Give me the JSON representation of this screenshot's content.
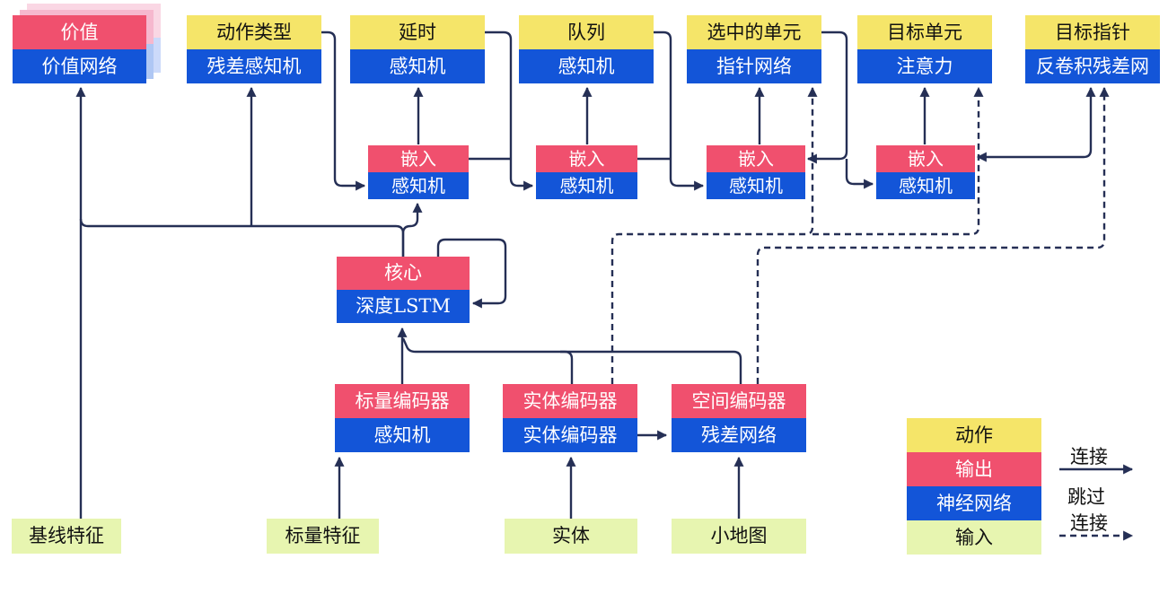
{
  "diagram": {
    "title_hint": "agent-architecture-diagram",
    "colors": {
      "action_yellow": "#F5E569",
      "output_red": "#F0506E",
      "network_blue": "#1355D8",
      "input_green": "#E7F5B0",
      "line_navy": "#252F55",
      "stack_pink": "#F6B8CE",
      "stack_light_blue": "#AFC7F4"
    },
    "top_nodes": [
      {
        "label": "价值",
        "sub": "价值网络"
      },
      {
        "label": "动作类型",
        "sub": "残差感知机"
      },
      {
        "label": "延时",
        "sub": "感知机"
      },
      {
        "label": "队列",
        "sub": "感知机"
      },
      {
        "label": "选中的单元",
        "sub": "指针网络"
      },
      {
        "label": "目标单元",
        "sub": "注意力"
      },
      {
        "label": "目标指针",
        "sub": "反卷积残差网"
      }
    ],
    "embed_nodes": [
      {
        "label": "嵌入",
        "sub": "感知机"
      },
      {
        "label": "嵌入",
        "sub": "感知机"
      },
      {
        "label": "嵌入",
        "sub": "感知机"
      },
      {
        "label": "嵌入",
        "sub": "感知机"
      }
    ],
    "core": {
      "label": "核心",
      "sub": "深度LSTM"
    },
    "encoders": [
      {
        "label": "标量编码器",
        "sub": "感知机"
      },
      {
        "label": "实体编码器",
        "sub": "实体编码器"
      },
      {
        "label": "空间编码器",
        "sub": "残差网络"
      }
    ],
    "inputs": [
      {
        "label": "基线特征"
      },
      {
        "label": "标量特征"
      },
      {
        "label": "实体"
      },
      {
        "label": "小地图"
      }
    ],
    "legend": {
      "rows": [
        {
          "label": "动作"
        },
        {
          "label": "输出"
        },
        {
          "label": "神经网络"
        },
        {
          "label": "输入"
        }
      ],
      "solid_label": "连接",
      "dashed_label_line1": "跳过",
      "dashed_label_line2": "连接"
    }
  }
}
